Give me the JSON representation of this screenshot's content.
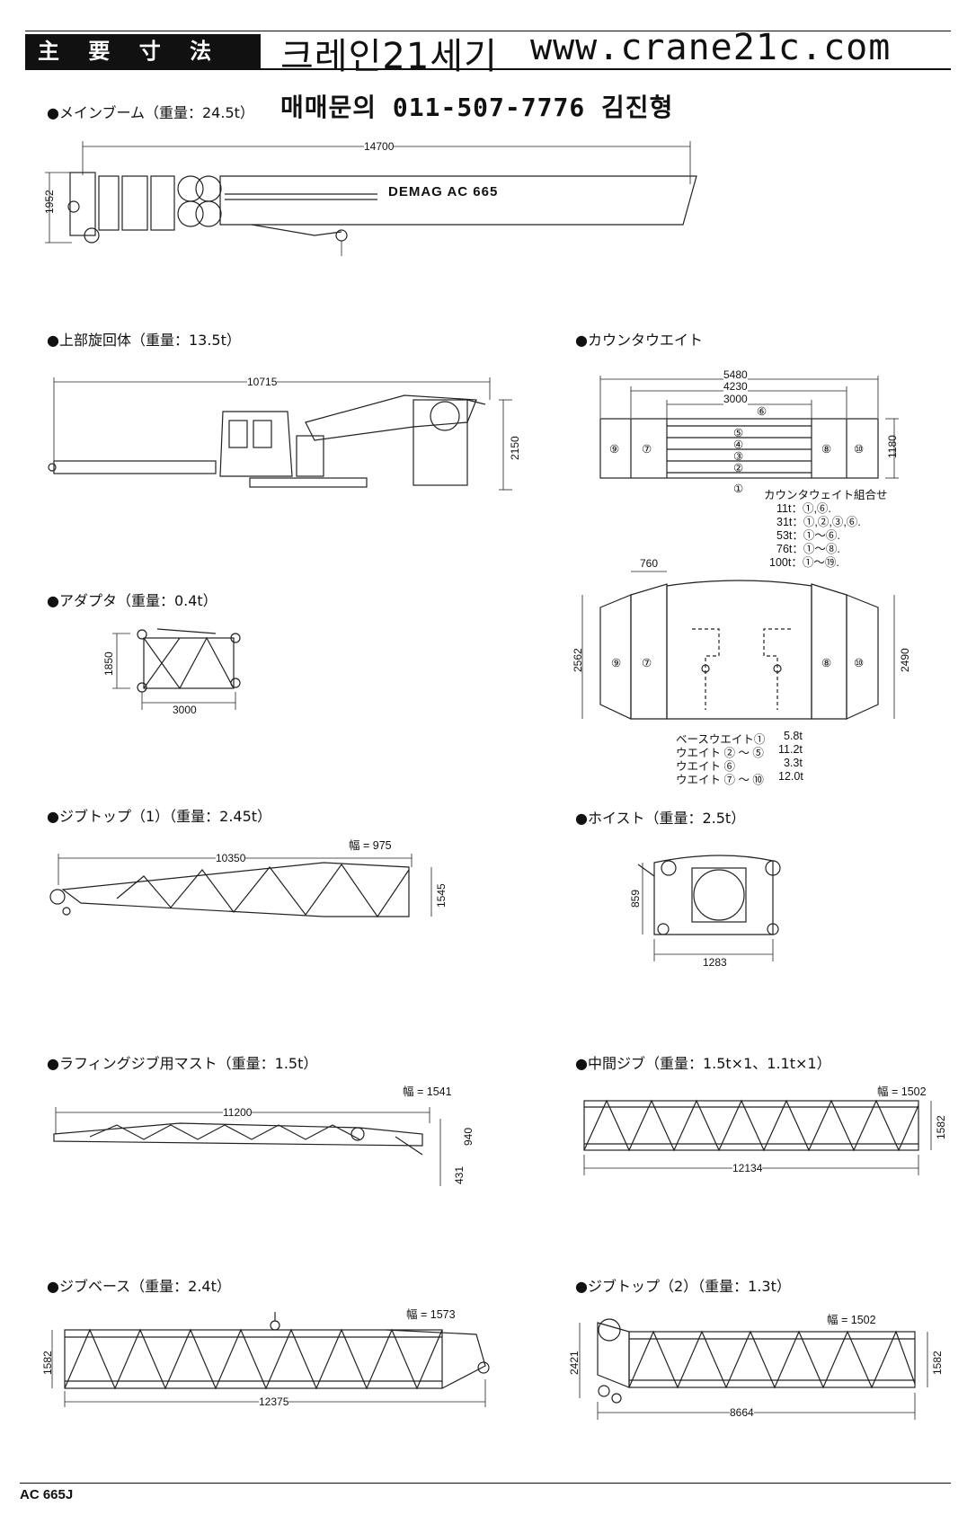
{
  "header": {
    "title": "主 要 寸 法 図",
    "brand": "크레인21세기",
    "url": "www.crane21c.com",
    "contact": "매매문의  011-507-7776  김진형"
  },
  "sections": {
    "main_boom": {
      "title": "●メインブーム（重量：24.5t）",
      "length": "14700",
      "height": "1952",
      "logo": "DEMAG AC 665"
    },
    "upper": {
      "title": "●上部旋回体（重量：13.5t）",
      "length": "10715",
      "height": "2150"
    },
    "counterweight": {
      "title": "●カウンタウエイト",
      "widths": [
        "5480",
        "4230",
        "3000"
      ],
      "height": "1180",
      "labels": [
        "⑨",
        "⑦",
        "⑥",
        "⑤",
        "④",
        "③",
        "②",
        "①",
        "⑧",
        "⑩"
      ],
      "combo_title": "カウンタウェイト組合せ",
      "combos": [
        "11t：①,⑥.",
        "31t：①,②,③,⑥.",
        "53t：①〜⑥.",
        "76t：①〜⑧.",
        "100t：①〜⑲."
      ],
      "plan_width": "760",
      "plan_h1": "2562",
      "plan_h2": "2490",
      "weights": [
        {
          "label": "ベースウエイト①",
          "value": "5.8t"
        },
        {
          "label": "ウエイト ② 〜 ⑤",
          "value": "11.2t"
        },
        {
          "label": "ウエイト ⑥",
          "value": "3.3t"
        },
        {
          "label": "ウエイト ⑦ 〜 ⑩",
          "value": "12.0t"
        }
      ]
    },
    "adapter": {
      "title": "●アダプタ（重量：0.4t）",
      "height": "1850",
      "length": "3000"
    },
    "jib_top1": {
      "title": "●ジブトップ（1）（重量：2.45t）",
      "length": "10350",
      "width": "幅 = 975",
      "height": "1545"
    },
    "hoist": {
      "title": "●ホイスト（重量：2.5t）",
      "height": "859",
      "length": "1283"
    },
    "luffing_mast": {
      "title": "●ラフィングジブ用マスト（重量：1.5t）",
      "length": "11200",
      "width": "幅 = 1541",
      "h1": "940",
      "h2": "431"
    },
    "mid_jib": {
      "title": "●中間ジブ（重量：1.5t×1、1.1t×1）",
      "length": "12134",
      "width": "幅 = 1502",
      "height": "1582"
    },
    "jib_base": {
      "title": "●ジブベース（重量：2.4t）",
      "length": "12375",
      "width": "幅 = 1573",
      "height": "1582"
    },
    "jib_top2": {
      "title": "●ジブトップ（2）（重量：1.3t）",
      "length": "8664",
      "width": "幅 = 1502",
      "h1": "2421",
      "h2": "1582"
    }
  },
  "footer": {
    "model": "AC 665J"
  }
}
